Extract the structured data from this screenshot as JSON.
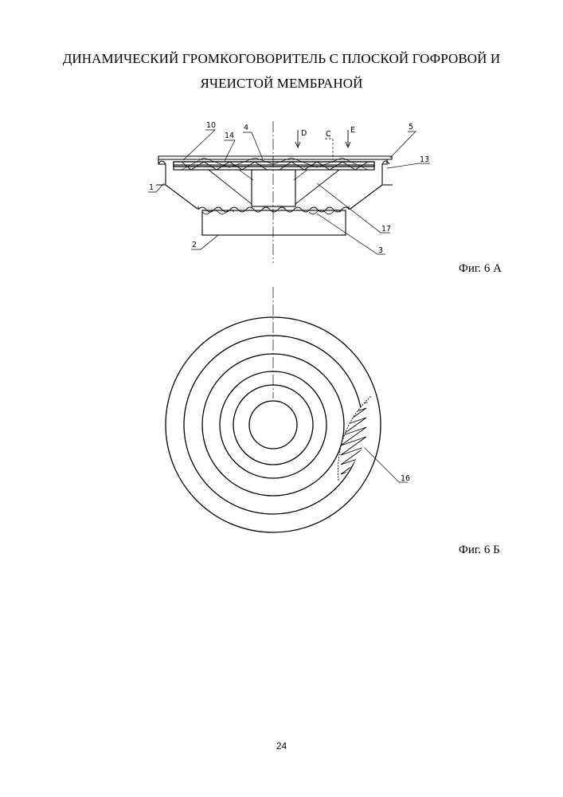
{
  "title": {
    "line1": "ДИНАМИЧЕСКИЙ ГРОМКОГОВОРИТЕЛЬ С ПЛОСКОЙ ГОФРОВОЙ И",
    "line2": "ЯЧЕИСТОЙ МЕМБРАНОЙ"
  },
  "figure_a": {
    "caption": "Фиг. 6 А",
    "labels": {
      "l10": "10",
      "l4": "4",
      "l14": "14",
      "lD": "D",
      "lC": "C",
      "lE": "E",
      "l5": "5",
      "l13": "13",
      "l1": "1",
      "l17": "17",
      "l2": "2",
      "l3": "3"
    }
  },
  "figure_b": {
    "caption": "Фиг. 6 Б",
    "labels": {
      "l16": "16"
    }
  },
  "page_number": "24"
}
